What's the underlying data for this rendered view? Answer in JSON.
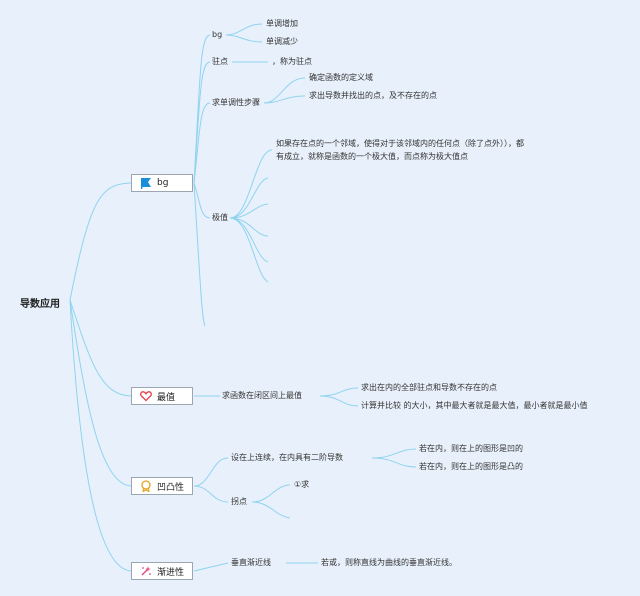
{
  "root": "导数应用",
  "bg_node": {
    "label": "bg",
    "bg_sub": {
      "label": "bg",
      "items": [
        "单调增加",
        "单调减少"
      ]
    },
    "zhudian": {
      "label": "驻点",
      "text": "，称为驻点"
    },
    "steps": {
      "label": "求单调性步骤",
      "items": [
        "确定函数的定义域",
        "求出导数并找出的点，及不存在的点"
      ]
    },
    "jizhi": {
      "label": "极值",
      "line1": "如果存在点的一个邻域，使得对于该邻域内的任何点（除了点外）），都",
      "line2": "有成立，就称是函数的一个极大值，而点称为极大值点"
    }
  },
  "zuizhi": {
    "label": "最值",
    "sub": "求函数在闭区间上最值",
    "items": [
      "求出在内的全部驻点和导数不存在的点",
      "计算并比较 的大小，其中最大者就是最大值，最小者就是最小值"
    ]
  },
  "aotu": {
    "label": "凹凸性",
    "cond": "设在上连续，在内具有二阶导数",
    "cond_items": [
      "若在内，则在上的图形是凹的",
      "若在内，则在上的图形是凸的"
    ],
    "guaidian": "拐点",
    "guaidian_item": "①求"
  },
  "jianjin": {
    "label": "渐进性",
    "sub": "垂直渐近线",
    "item": "若或，则称直线为曲线的垂直渐近线。"
  },
  "colors": {
    "background": "#e8f1fb",
    "line": "#8fd3ef",
    "flag": "#1a8fd8",
    "heart": "#e0454f",
    "medal": "#e6a21a",
    "sparkle": "#d94a7a"
  }
}
